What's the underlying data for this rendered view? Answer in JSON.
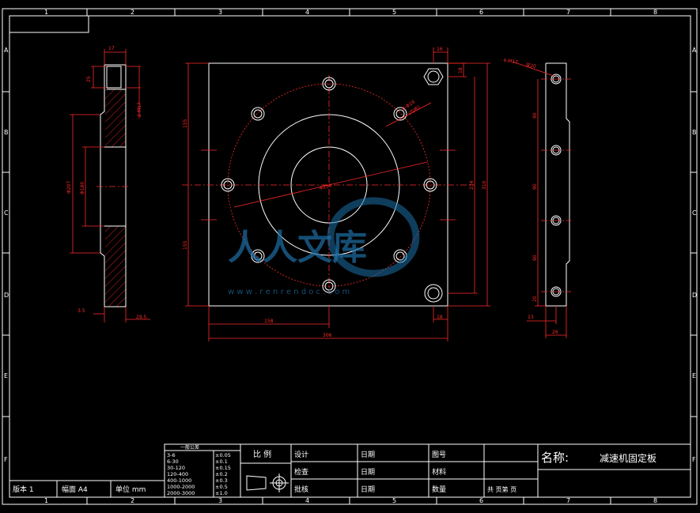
{
  "border": {
    "columns": [
      "1",
      "2",
      "3",
      "4",
      "5",
      "6",
      "7",
      "8"
    ],
    "rows": [
      "A",
      "B",
      "C",
      "D",
      "E",
      "F"
    ]
  },
  "watermark": {
    "text": "人人文库",
    "url": "w w w . r e n r e n d o c . c o m"
  },
  "dimensions": {
    "side_top": "17",
    "side_small": "25",
    "side_thread": "2-M17",
    "side_d1": "Φ207",
    "side_d2": "Φ180",
    "side_bottom_left": "3.5",
    "side_bottom_right": "29.5",
    "front_top": "16",
    "front_side": "18",
    "front_hole_a": "8-Φ16",
    "front_hole_b": "(均布)",
    "front_dia": "Φ256",
    "front_left_upper": "155",
    "front_left_lower": "155",
    "front_right_inner": "234",
    "front_right_outer": "310",
    "front_bottom_side": "18",
    "front_width_half": "158",
    "front_width_full": "306",
    "right_thread_a": "4-M17",
    "right_thread_b": "深20",
    "right_v1": "90",
    "right_v2": "90",
    "right_v3": "90",
    "right_v4": "20",
    "right_bottom_a": "13",
    "right_bottom_b": "26"
  },
  "tolerance": {
    "title": "一般公差",
    "rows": [
      [
        "3-6",
        "±0.05"
      ],
      [
        "6-30",
        "±0.1"
      ],
      [
        "30-120",
        "±0.15"
      ],
      [
        "120-400",
        "±0.2"
      ],
      [
        "400-1000",
        "±0.3"
      ],
      [
        "1000-2000",
        "±0.5"
      ],
      [
        "2000-3000",
        "±1.0"
      ]
    ]
  },
  "title_block": {
    "scale_label": "比 例",
    "design": "设计",
    "check": "检查",
    "approve": "批核",
    "date1": "日期",
    "date2": "日期",
    "date3": "日期",
    "drawing_no": "图号",
    "material": "材料",
    "quantity": "数量",
    "pages": "共  页第  页",
    "name_label": "名称:",
    "name_value": "减速机固定板",
    "version": "版本 1",
    "paper": "幅面 A4",
    "unit": "单位 mm"
  }
}
